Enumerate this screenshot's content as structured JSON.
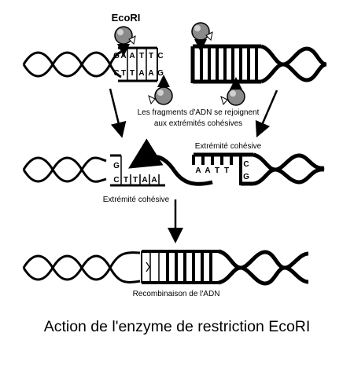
{
  "enzyme_label": "EcoRI",
  "join_note": {
    "line1": "Les fragments d'ADN se rejoignent",
    "line2": "aux extrémités cohésives"
  },
  "sticky_top": "Extrémité cohésive",
  "sticky_bottom": "Extrémité cohésive",
  "recombination": "Recombinaison de l'ADN",
  "caption": "Action de l'enzyme de restriction EcoRI",
  "top_left_upper": [
    "G",
    "A",
    "A",
    "T",
    "T",
    "C"
  ],
  "top_left_lower": [
    "C",
    "T",
    "T",
    "A",
    "A",
    "G"
  ],
  "mid_left_upper": [
    "G"
  ],
  "mid_left_lower": [
    "C",
    "T",
    "T",
    "A",
    "A"
  ],
  "mid_right_upper": [
    "A",
    "A",
    "T",
    "T",
    "C"
  ],
  "mid_right_lower": [
    "G"
  ]
}
